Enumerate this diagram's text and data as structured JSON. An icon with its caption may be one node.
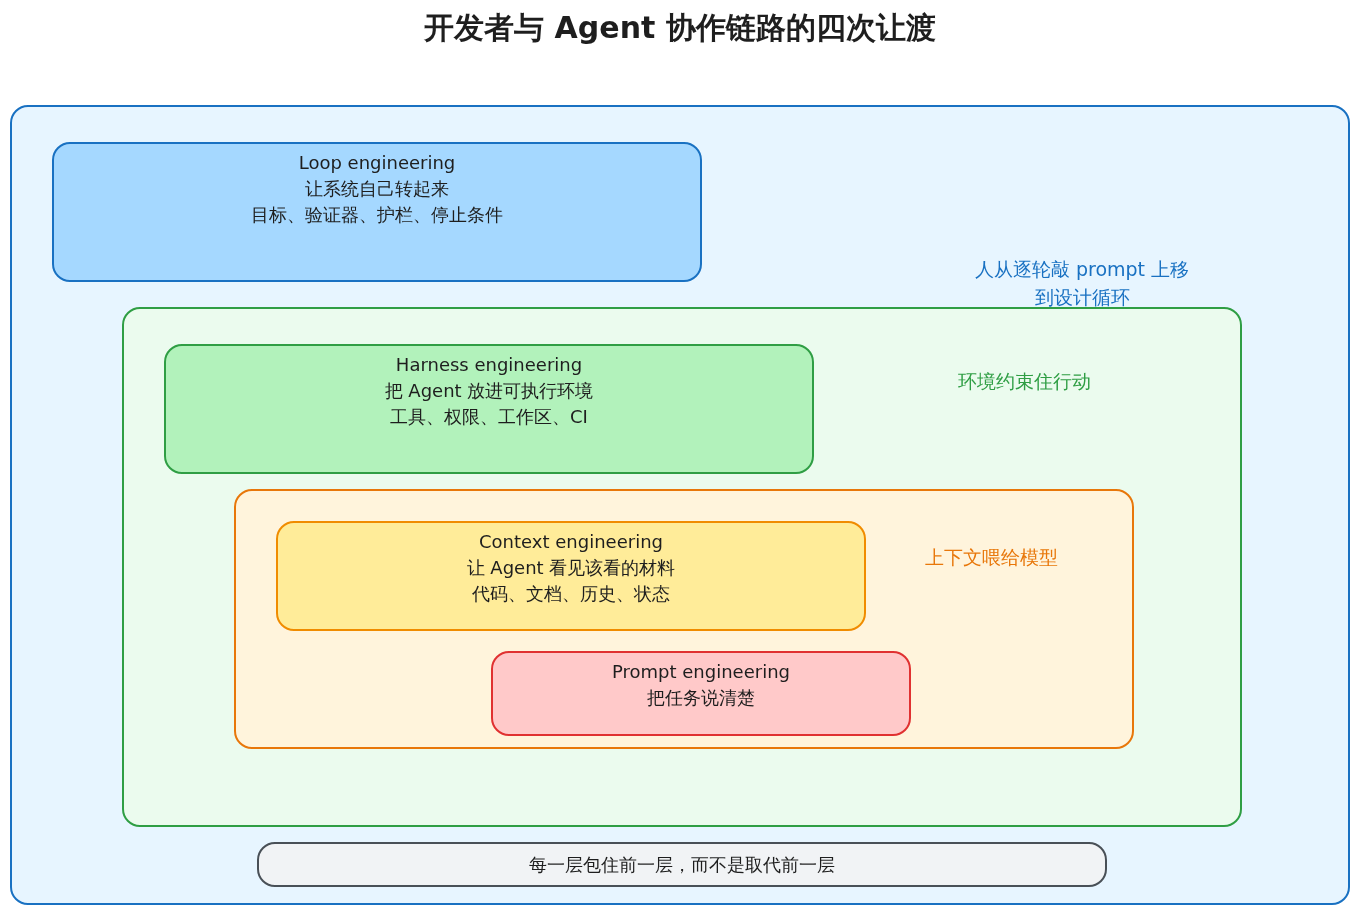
{
  "diagram": {
    "title": "开发者与 Agent 协作链路的四次让渡",
    "nodes": [
      {
        "text": [
          "人从逐轮敲 prompt 上移到设计循环"
        ]
      },
      {
        "text": [
          "Loop engineering",
          "让系统自己转起来",
          "目标、验证器、护栏、停止条件"
        ],
        "in": 0
      },
      {
        "text": [
          "环境约束住行动"
        ],
        "in": 0
      },
      {
        "text": [
          "Harness engineering",
          "把 Agent 放进可执行环境",
          "工具、权限、工作区、CI"
        ],
        "in": 2
      },
      {
        "text": [
          "上下文喂给模型"
        ],
        "in": 2
      },
      {
        "text": [
          "Context engineering",
          "让 Agent 看见该看的材料",
          "代码、文档、历史、状态"
        ],
        "in": 4
      },
      {
        "text": [
          "Prompt engineering",
          "把任务说清楚"
        ],
        "in": 4
      },
      {
        "text": [
          "每一层包住前一层，而不是取代前一层"
        ],
        "in": 0
      }
    ]
  }
}
